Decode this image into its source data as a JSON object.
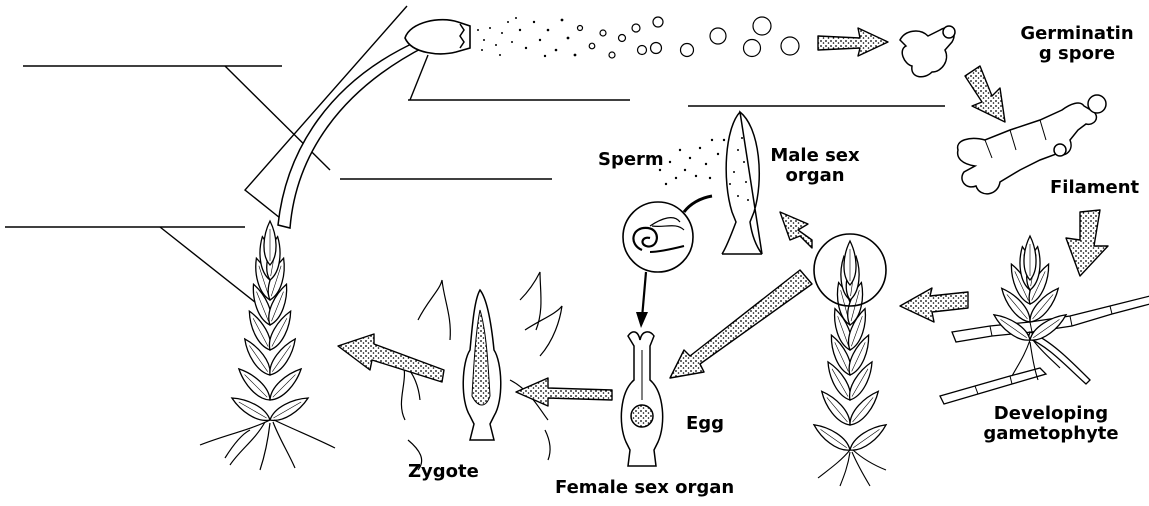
{
  "labels": {
    "germinating_spore_line1": "Germinatin",
    "germinating_spore_line2": "g spore",
    "filament": "Filament",
    "developing_gametophyte_line1": "Developing",
    "developing_gametophyte_line2": "gametophyte",
    "sperm": "Sperm",
    "male_sex_organ_line1": "Male sex",
    "male_sex_organ_line2": "organ",
    "egg": "Egg",
    "female_sex_organ": "Female sex organ",
    "zygote": "Zygote"
  },
  "colors": {
    "ink": "#000000",
    "arrow_fill": "#555555",
    "background": "#ffffff"
  }
}
